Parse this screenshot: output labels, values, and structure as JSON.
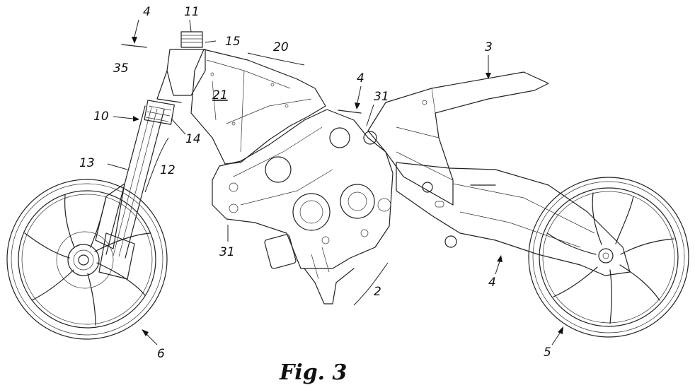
{
  "caption": "Fig. 3",
  "labels": {
    "ref_4_top": "4",
    "ref_11": "11",
    "ref_15": "15",
    "ref_20": "20",
    "ref_3": "3",
    "ref_35": "35",
    "ref_21": "21",
    "ref_4_mid": "4",
    "ref_31_top": "31",
    "ref_10": "10",
    "ref_14": "14",
    "ref_13": "13",
    "ref_12": "12",
    "ref_31_bottom": "31",
    "ref_2": "2",
    "ref_4_right": "4",
    "ref_6": "6",
    "ref_5": "5"
  }
}
